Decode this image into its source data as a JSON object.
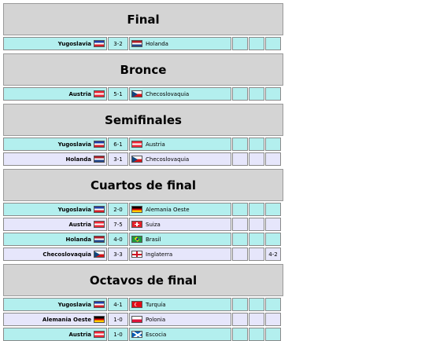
{
  "stages": [
    {
      "title": "Final",
      "matches": [
        {
          "home": "Yugoslavia",
          "home_flag": "yugoslavia-flag",
          "score": "3-2",
          "away": "Holanda",
          "away_flag": "netherlands-flag",
          "extra": "",
          "row_color": "cyan"
        }
      ]
    },
    {
      "title": "Bronce",
      "matches": [
        {
          "home": "Austria",
          "home_flag": "austria-flag",
          "score": "5-1",
          "away": "Checoslovaquia",
          "away_flag": "czechoslovakia-flag",
          "extra": "",
          "row_color": "cyan"
        }
      ]
    },
    {
      "title": "Semifinales",
      "matches": [
        {
          "home": "Yugoslavia",
          "home_flag": "yugoslavia-flag",
          "score": "6-1",
          "away": "Austria",
          "away_flag": "austria-flag",
          "extra": "",
          "row_color": "cyan"
        },
        {
          "home": "Holanda",
          "home_flag": "netherlands-flag",
          "score": "3-1",
          "away": "Checoslovaquia",
          "away_flag": "czechoslovakia-flag",
          "extra": "",
          "row_color": "lavender"
        }
      ]
    },
    {
      "title": "Cuartos de final",
      "matches": [
        {
          "home": "Yugoslavia",
          "home_flag": "yugoslavia-flag",
          "score": "2-0",
          "away": "Alemania Oeste",
          "away_flag": "west-germany-flag",
          "extra": "",
          "row_color": "cyan"
        },
        {
          "home": "Austria",
          "home_flag": "austria-flag",
          "score": "7-5",
          "away": "Suiza",
          "away_flag": "switzerland-flag",
          "extra": "",
          "row_color": "lavender"
        },
        {
          "home": "Holanda",
          "home_flag": "netherlands-flag",
          "score": "4-0",
          "away": "Brasil",
          "away_flag": "brazil-flag",
          "extra": "",
          "row_color": "cyan"
        },
        {
          "home": "Checoslovaquia",
          "home_flag": "czechoslovakia-flag",
          "score": "3-3",
          "away": "Inglaterra",
          "away_flag": "england-flag",
          "extra": "4-2",
          "row_color": "lavender"
        }
      ]
    },
    {
      "title": "Octavos de final",
      "matches": [
        {
          "home": "Yugoslavia",
          "home_flag": "yugoslavia-flag",
          "score": "4-1",
          "away": "Turquía",
          "away_flag": "turkey-flag",
          "extra": "",
          "row_color": "cyan"
        },
        {
          "home": "Alemania Oeste",
          "home_flag": "west-germany-flag",
          "score": "1-0",
          "away": "Polonia",
          "away_flag": "poland-flag",
          "extra": "",
          "row_color": "lavender"
        },
        {
          "home": "Austria",
          "home_flag": "austria-flag",
          "score": "1-0",
          "away": "Escocia",
          "away_flag": "scotland-flag",
          "extra": "",
          "row_color": "cyan"
        }
      ]
    }
  ],
  "colors": {
    "header_bg": "#d4d4d4",
    "row_cyan": "#b3efee",
    "row_lavender": "#e6e6fb"
  }
}
